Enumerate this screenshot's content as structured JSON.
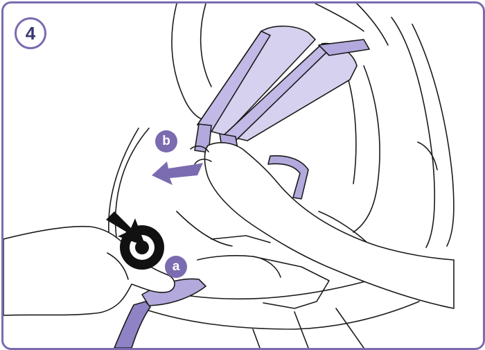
{
  "step": {
    "number": "4"
  },
  "callouts": {
    "a": "a",
    "b": "b"
  },
  "colors": {
    "frame": "#7b6bb0",
    "accent_purple": "#7b6bb0",
    "strap_light": "#d6d1ee",
    "strap_mid": "#b3a9dd",
    "outline": "#1a1a1a",
    "badge_text": "#3b3670"
  },
  "icons": {
    "press_arrow": "black-arrow-pointing-down-right",
    "pull_arrow": "purple-arrow-pointing-left",
    "press_button": "black-circular-release-button"
  }
}
